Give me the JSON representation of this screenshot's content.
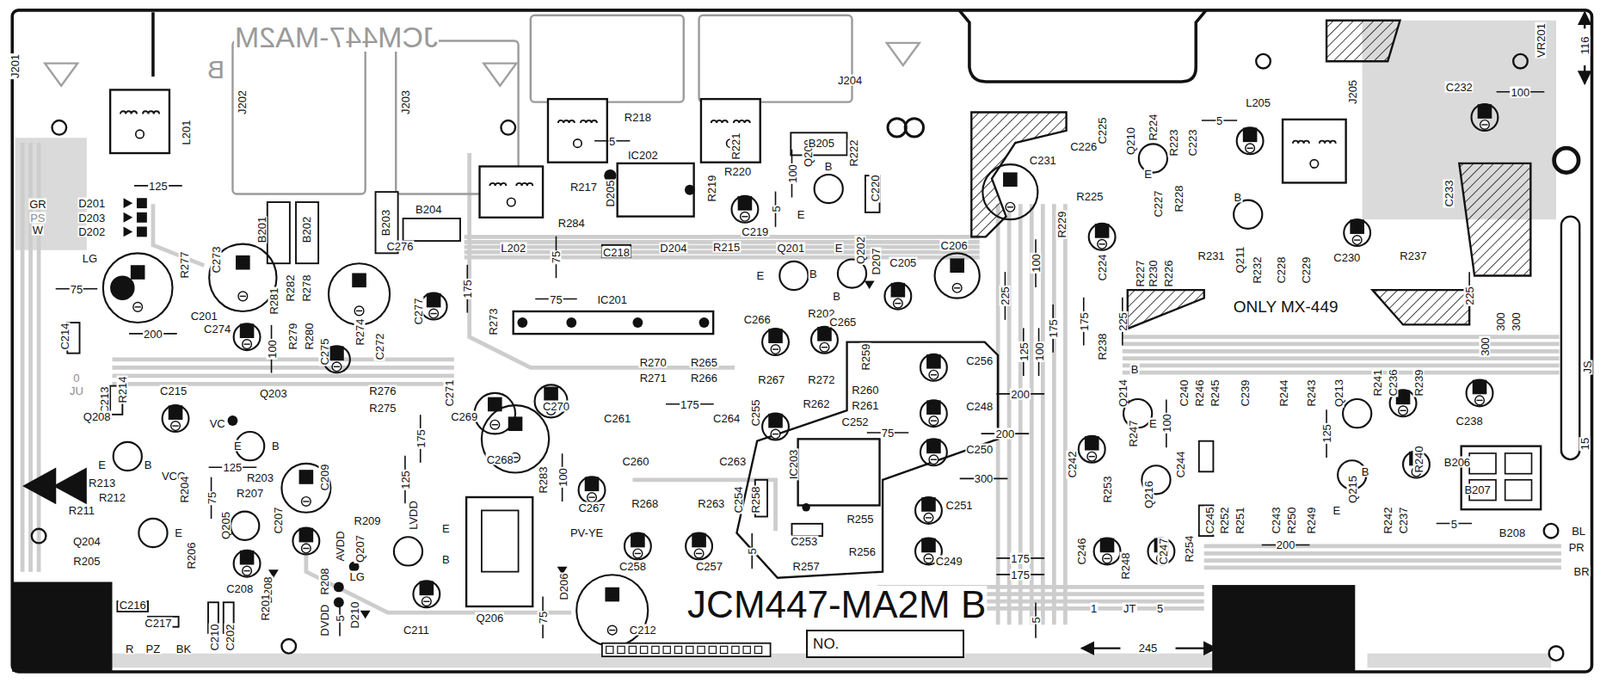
{
  "diagram": {
    "nodes": [
      {
        "text": [
          "NO."
        ]
      }
    ],
    "labels": [
      "JCM447-MA2M",
      "B",
      "J201",
      "L201",
      "J202",
      "J203",
      "J204",
      "125",
      "GR",
      "PS",
      "W",
      "D201",
      "D203",
      "D202",
      "LG",
      "R277",
      "C273",
      "B201",
      "B202",
      "B203",
      "B204",
      "C276",
      "L202",
      "5",
      "R218",
      "IC202",
      "R217",
      "D205",
      "R284",
      "75",
      "C218",
      "D204",
      "R215",
      "R219",
      "R221",
      "R220",
      "C219",
      "5",
      "100",
      "Q209",
      "B205",
      "R222",
      "B",
      "E",
      "C220",
      "75",
      "C201",
      "R281",
      "R282",
      "R278",
      "R279",
      "R280",
      "C274",
      "100",
      "C275",
      "R274",
      "C272",
      "C277",
      "175",
      "R273",
      "75",
      "IC201",
      "200",
      "C214",
      "Q201",
      "E",
      "B",
      "Q202",
      "E",
      "B",
      "D207",
      "C205",
      "C206",
      "R202",
      "C266",
      "C265",
      "0",
      "JU",
      "R214",
      "C213",
      "C215",
      "VC",
      "Q203",
      "E",
      "B",
      "R276",
      "R275",
      "C271",
      "C269",
      "C270",
      "C268",
      "R270",
      "R271",
      "R265",
      "R266",
      "175",
      "C261",
      "C264",
      "R267",
      "C255",
      "R272",
      "R259",
      "R260",
      "R261",
      "R262",
      "C252",
      "75",
      "C256",
      "C248",
      "C250",
      "200",
      "200",
      "300",
      "R238",
      "225",
      "100",
      "125",
      "100",
      "175",
      "175",
      "225",
      "C231",
      "C226",
      "C225",
      "Q210",
      "R224",
      "R223",
      "C223",
      "5",
      "L205",
      "J205",
      "VR201",
      "C232",
      "100",
      "116",
      "R225",
      "R229",
      "C224",
      "E",
      "C227",
      "R228",
      "B",
      "R227",
      "R230",
      "R226",
      "R231",
      "Q211",
      "R232",
      "C228",
      "C229",
      "C230",
      "R237",
      "C233",
      "ONLY MX-449",
      "225",
      "300",
      "300",
      "300",
      "JS",
      "15",
      "Q214",
      "B",
      "C240",
      "R246",
      "R245",
      "C239",
      "R244",
      "R243",
      "Q213",
      "R241",
      "C236",
      "R239",
      "C238",
      "E",
      "100",
      "125",
      "C242",
      "R247",
      "R253",
      "Q216",
      "C244",
      "R240",
      "B206",
      "B207",
      "B208",
      "Q215",
      "E",
      "B",
      "C245",
      "R252",
      "R251",
      "C243",
      "R250",
      "R249",
      "R242",
      "C237",
      "5",
      "200",
      "R254",
      "C246",
      "R248",
      "C247",
      "1",
      "JT",
      "5",
      "BL",
      "PR",
      "BR",
      "245",
      "Q208",
      "E",
      "B",
      "VCC",
      "125",
      "R213",
      "R212",
      "R211",
      "R204",
      "75",
      "R203",
      "R207",
      "C209",
      "Q205",
      "Q204",
      "E",
      "R205",
      "R206",
      "C207",
      "C208",
      "D208",
      "R209",
      "AVDD",
      "Q207",
      "LG",
      "R208",
      "DVDD",
      "D210",
      "5",
      "LVDD",
      "E",
      "B",
      "125",
      "175",
      "C211",
      "R201",
      "C216",
      "C217",
      "C210",
      "C202",
      "R",
      "PZ",
      "BK",
      "Q206",
      "R283",
      "100",
      "PV-YE",
      "C267",
      "D206",
      "75",
      "C212",
      "JCM447-MA2M B",
      "C260",
      "R268",
      "C263",
      "R263",
      "C258",
      "C257",
      "C254",
      "R258",
      "5",
      "IC203",
      "C253",
      "R255",
      "R257",
      "R256",
      "C251",
      "C249",
      "175",
      "175",
      "5"
    ]
  }
}
